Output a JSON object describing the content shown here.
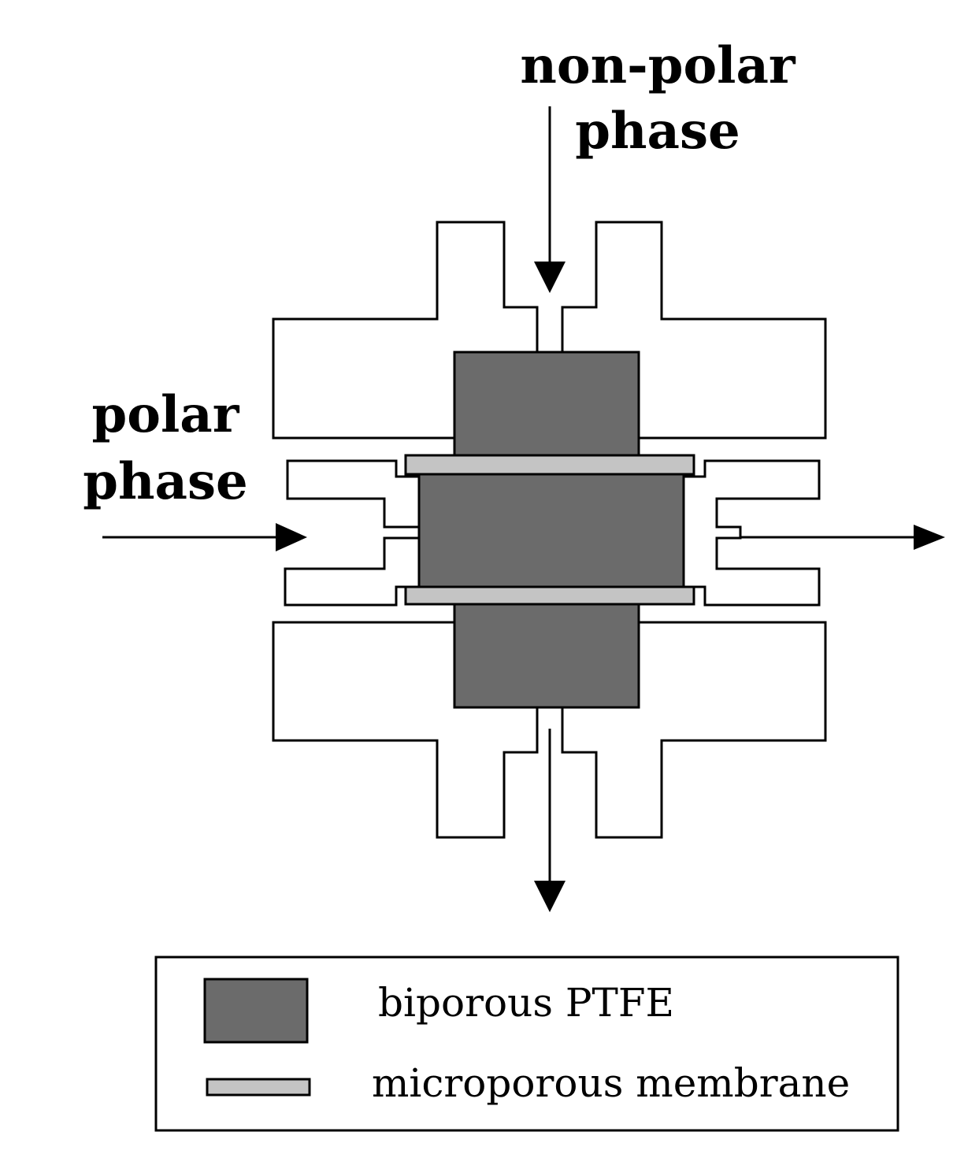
{
  "labels": {
    "non_polar_line1": "non-polar",
    "non_polar_line2": "phase",
    "polar_line1": "polar",
    "polar_line2": "phase"
  },
  "legend": {
    "items": [
      {
        "label": "biporous PTFE",
        "color": "#6b6b6b"
      },
      {
        "label": "microporous membrane",
        "color": "#c4c4c4"
      }
    ]
  },
  "colors": {
    "ptfe": "#6b6b6b",
    "membrane": "#c4c4c4",
    "line": "#000000"
  }
}
